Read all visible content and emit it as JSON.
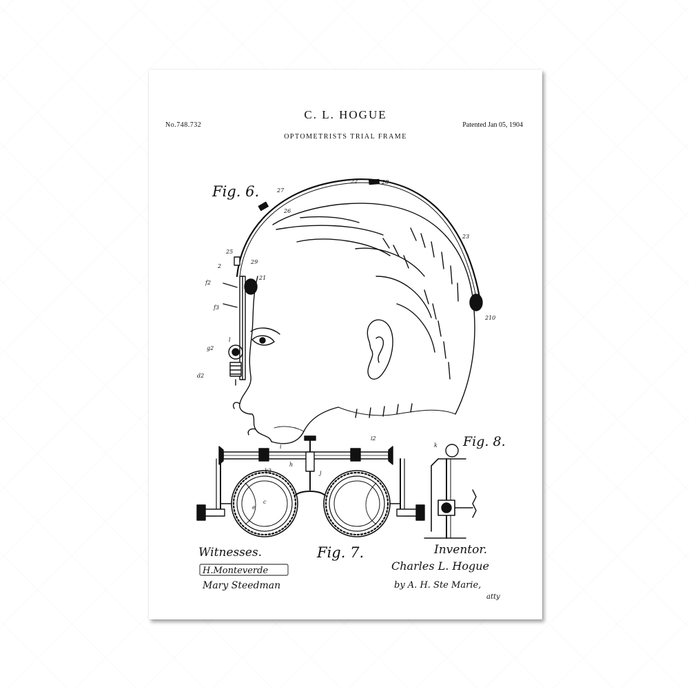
{
  "patent": {
    "number": "No.748.732",
    "date": "Patented Jan 05, 1904",
    "inventor_name": "C. L. HOGUE",
    "title": "OPTOMETRISTS TRIAL FRAME"
  },
  "figures": {
    "fig6": "Fig. 6.",
    "fig7": "Fig. 7.",
    "fig8": "Fig. 8."
  },
  "signatures": {
    "witnesses_label": "Witnesses.",
    "witness_1": "H.Monteverde",
    "witness_2": "Mary Steedman",
    "inventor_label": "Inventor.",
    "inventor_signature": "Charles L. Hogue",
    "attorney": "by A. H. Ste Marie,",
    "attorney_suffix": "atty"
  },
  "reference_labels": {
    "r27": "27",
    "r22": "22",
    "r28": "28",
    "r26": "26",
    "r23": "23",
    "r25": "25",
    "r2": "2",
    "r29": "29",
    "r21": "21",
    "r210": "210",
    "rf2": "f2",
    "rf3": "f3",
    "rg2": "g2",
    "rl": "l",
    "rd2": "d2",
    "rh": "h",
    "ri": "i",
    "ri2": "i2",
    "rk2": "k2",
    "rj": "j",
    "rc": "c",
    "re": "e",
    "rk": "k"
  }
}
